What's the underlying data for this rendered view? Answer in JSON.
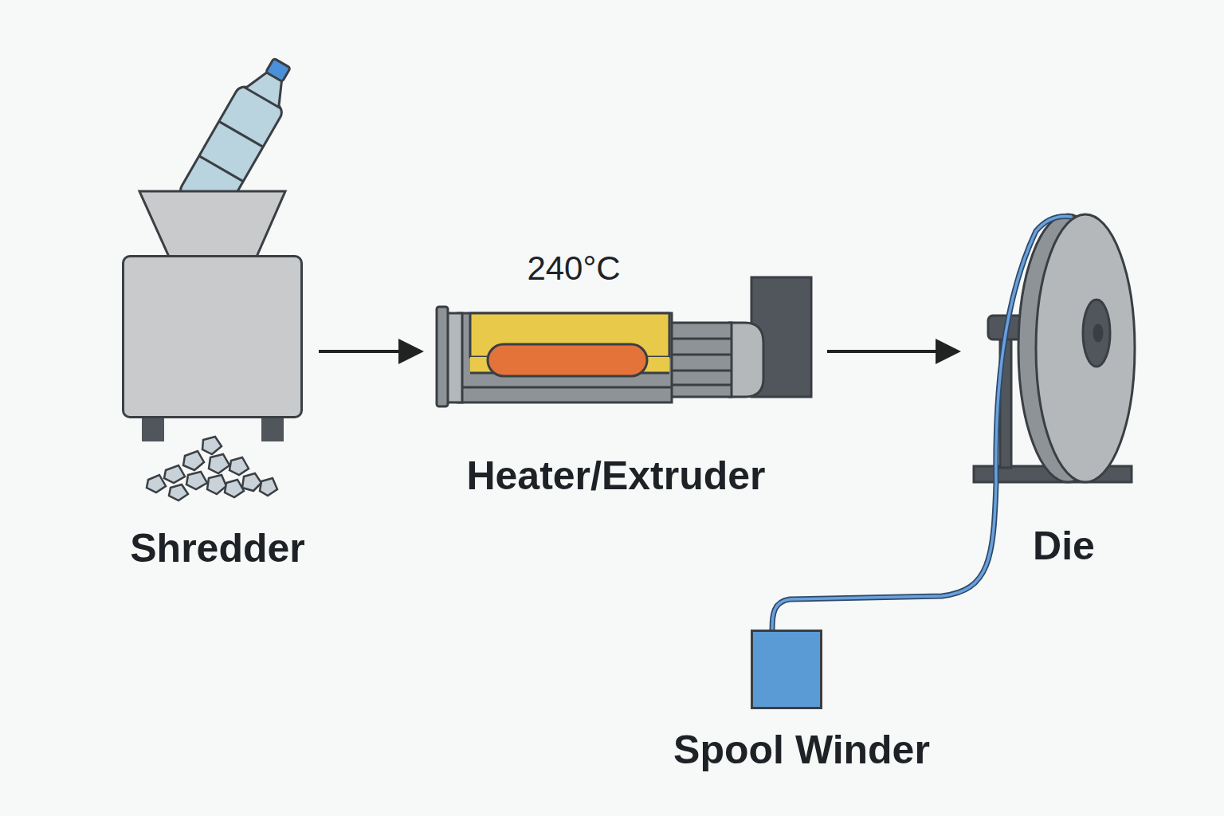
{
  "diagram": {
    "nodes": [
      {
        "text": [
          "Shredder"
        ]
      },
      {
        "text": [
          "Heater/Extruder"
        ]
      },
      {
        "text": [
          "Die"
        ]
      },
      {
        "text": [
          "Spool Winder"
        ]
      }
    ],
    "edges": [
      {
        "from": 0,
        "to": 1,
        "arrow": "to"
      },
      {
        "from": 1,
        "to": 2,
        "arrow": "to"
      },
      {
        "from": 2,
        "to": 3,
        "arrow": "none"
      }
    ],
    "labels": [
      "240°C"
    ]
  }
}
